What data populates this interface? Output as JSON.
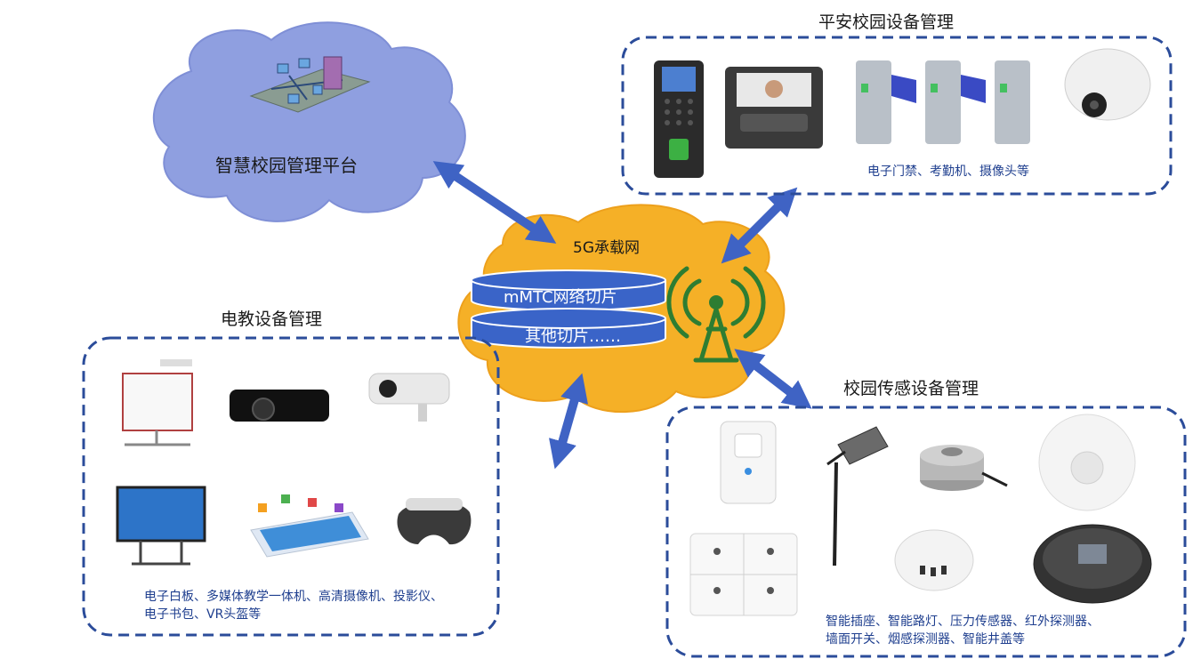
{
  "platform": {
    "label": "智慧校园管理平台"
  },
  "network": {
    "label": "5G承载网",
    "slices": [
      "mMTC网络切片",
      "其他切片……"
    ]
  },
  "security": {
    "title": "平安校园设备管理",
    "caption": "电子门禁、考勤机、摄像头等"
  },
  "education": {
    "title": "电教设备管理",
    "caption_lines": [
      "电子白板、多媒体教学一体机、高清摄像机、投影仪、",
      "电子书包、VR头盔等"
    ]
  },
  "sensing": {
    "title": "校园传感设备管理",
    "caption_lines": [
      "智能插座、智能路灯、压力传感器、红外探测器、",
      "墙面开关、烟感探测器、智能井盖等"
    ]
  },
  "icons": [
    "network-topology-icon",
    "antenna-tower-icon",
    "fingerprint-reader-icon",
    "face-terminal-icon",
    "turnstile-gate-icon",
    "dome-camera-icon",
    "whiteboard-icon",
    "projector-icon",
    "bullet-camera-icon",
    "teaching-display-icon",
    "tablet-icon",
    "vr-headset-icon",
    "smart-socket-icon",
    "street-lamp-icon",
    "pressure-sensor-icon",
    "infrared-detector-icon",
    "wall-switch-icon",
    "smoke-detector-icon",
    "manhole-cover-icon"
  ],
  "colors": {
    "cloud_platform": "#8f9fe0",
    "cloud_network": "#f5b027",
    "arrow": "#3f63c4",
    "box_border": "#2b4c9a",
    "slice": "#3a64c8",
    "tower": "#2e7d32"
  }
}
